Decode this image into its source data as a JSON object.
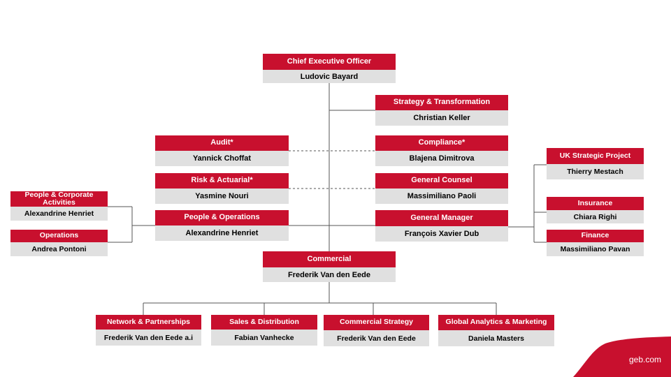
{
  "org": {
    "ceo": {
      "role": "Chief Executive Officer",
      "person": "Ludovic Bayard"
    },
    "strategy": {
      "role": "Strategy & Transformation",
      "person": "Christian Keller"
    },
    "audit": {
      "role": "Audit*",
      "person": "Yannick Choffat"
    },
    "compliance": {
      "role": "Compliance*",
      "person": "Blajena Dimitrova"
    },
    "risk": {
      "role": "Risk & Actuarial*",
      "person": "Yasmine Nouri"
    },
    "counsel": {
      "role": "General Counsel",
      "person": "Massimiliano Paoli"
    },
    "people_ops": {
      "role": "People & Operations",
      "person": "Alexandrine Henriet"
    },
    "general_manager": {
      "role": "General Manager",
      "person": "François Xavier Dub"
    },
    "people_corporate": {
      "role": "People & Corporate Activities",
      "person": "Alexandrine Henriet"
    },
    "operations": {
      "role": "Operations",
      "person": "Andrea Pontoni"
    },
    "uk_strategic": {
      "role": "UK Strategic Project",
      "person": "Thierry Mestach"
    },
    "insurance": {
      "role": "Insurance",
      "person": "Chiara Righi"
    },
    "finance": {
      "role": "Finance",
      "person": "Massimiliano Pavan"
    },
    "commercial": {
      "role": "Commercial",
      "person": "Frederik Van den Eede"
    },
    "network": {
      "role": "Network & Partnerships",
      "person": "Frederik Van den Eede a.i"
    },
    "sales": {
      "role": "Sales & Distribution",
      "person": "Fabian Vanhecke"
    },
    "commercial_strategy": {
      "role": "Commercial Strategy",
      "person": "Frederik Van den Eede"
    },
    "analytics": {
      "role": "Global Analytics & Marketing",
      "person": "Daniela Masters"
    }
  },
  "footer": {
    "url": "geb.com"
  },
  "colors": {
    "accent": "#c8102e",
    "name_bg": "#e0e0e0",
    "line": "#555555"
  }
}
